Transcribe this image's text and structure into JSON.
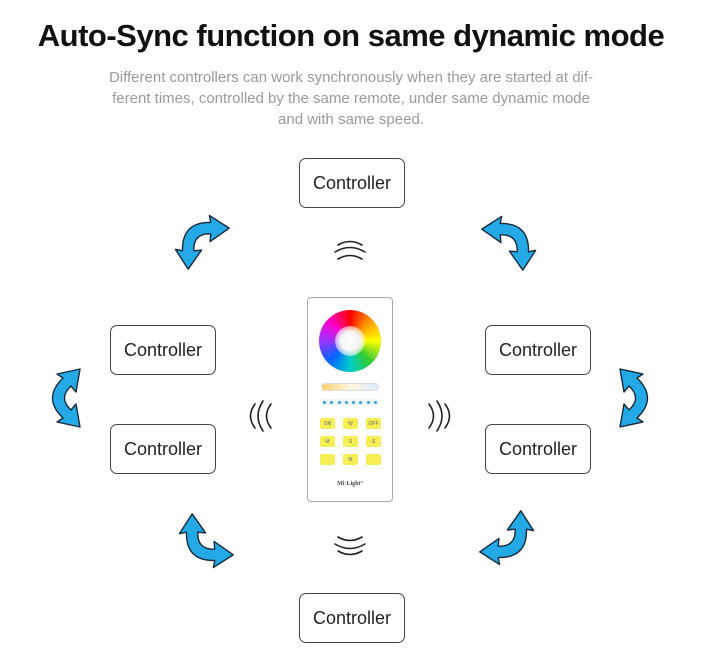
{
  "title": "Auto-Sync function on same dynamic mode",
  "subtitle_lines": [
    "Different controllers can work synchronously when they are started at dif-",
    "ferent times, controlled by the same remote, under same dynamic mode",
    "and with same speed."
  ],
  "controllers": {
    "top": "Controller",
    "left_upper": "Controller",
    "right_upper": "Controller",
    "left_lower": "Controller",
    "right_lower": "Controller",
    "bottom": "Controller"
  },
  "remote": {
    "brand": "Mi·Light°",
    "button_labels": [
      "ON",
      "W",
      "OFF",
      "M",
      "S",
      "S",
      "",
      "M",
      ""
    ]
  },
  "colors": {
    "arrow_fill": "#22a9e6",
    "arrow_stroke": "#1a2a3a",
    "button_yellow": "#f6ee55"
  },
  "icons": {
    "arrows": "double-headed-curved-arrow-icon",
    "signal": "wireless-signal-icon"
  }
}
